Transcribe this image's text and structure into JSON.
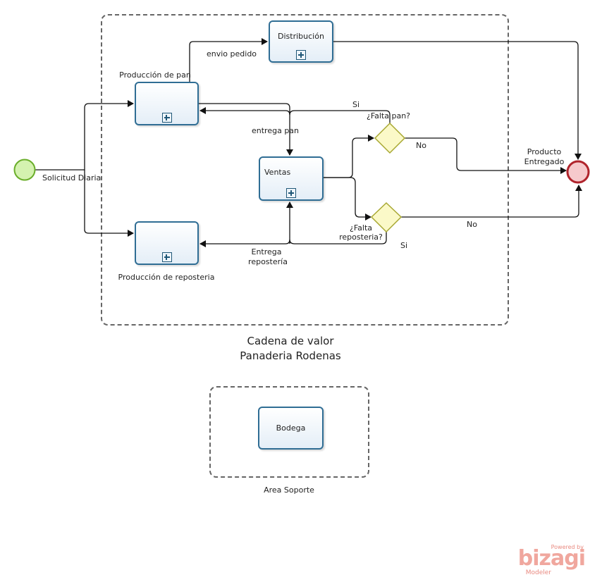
{
  "groups": {
    "value_chain": "Cadena de valor",
    "value_chain_line2": "Panaderia Rodenas",
    "support": "Area Soporte"
  },
  "tasks": {
    "distribucion": "Distribución",
    "produccion_pan": "Producción de pan",
    "ventas": "Ventas",
    "produccion_reposteria": "Producción de reposteria",
    "bodega": "Bodega"
  },
  "events": {
    "start": "Solicitud Diaria",
    "end_line1": "Producto",
    "end_line2": "Entregado"
  },
  "gateways": {
    "falta_pan": "¿Falta pan?",
    "falta_reposteria_line1": "¿Falta",
    "falta_reposteria_line2": "reposteria?"
  },
  "flows": {
    "envio_pedido": "envio pedido",
    "entrega_pan": "entrega pan",
    "entrega_reposteria_line1": "Entrega",
    "entrega_reposteria_line2": "repostería",
    "si_pan": "Si",
    "no_pan": "No",
    "si_reposteria": "Si",
    "no_reposteria": "No"
  },
  "branding": {
    "powered_by": "Powered by",
    "name": "bizagi",
    "product": "Modeler"
  },
  "colors": {
    "start_event_fill": "#d4f2b0",
    "start_event_stroke": "#6aae2a",
    "end_event_fill": "#f6c9cc",
    "end_event_stroke": "#b0242c",
    "gateway_fill": "#fbf9c8",
    "gateway_stroke": "#a8a832",
    "task_stroke": "#2f6d94",
    "flow_line": "#111111"
  }
}
